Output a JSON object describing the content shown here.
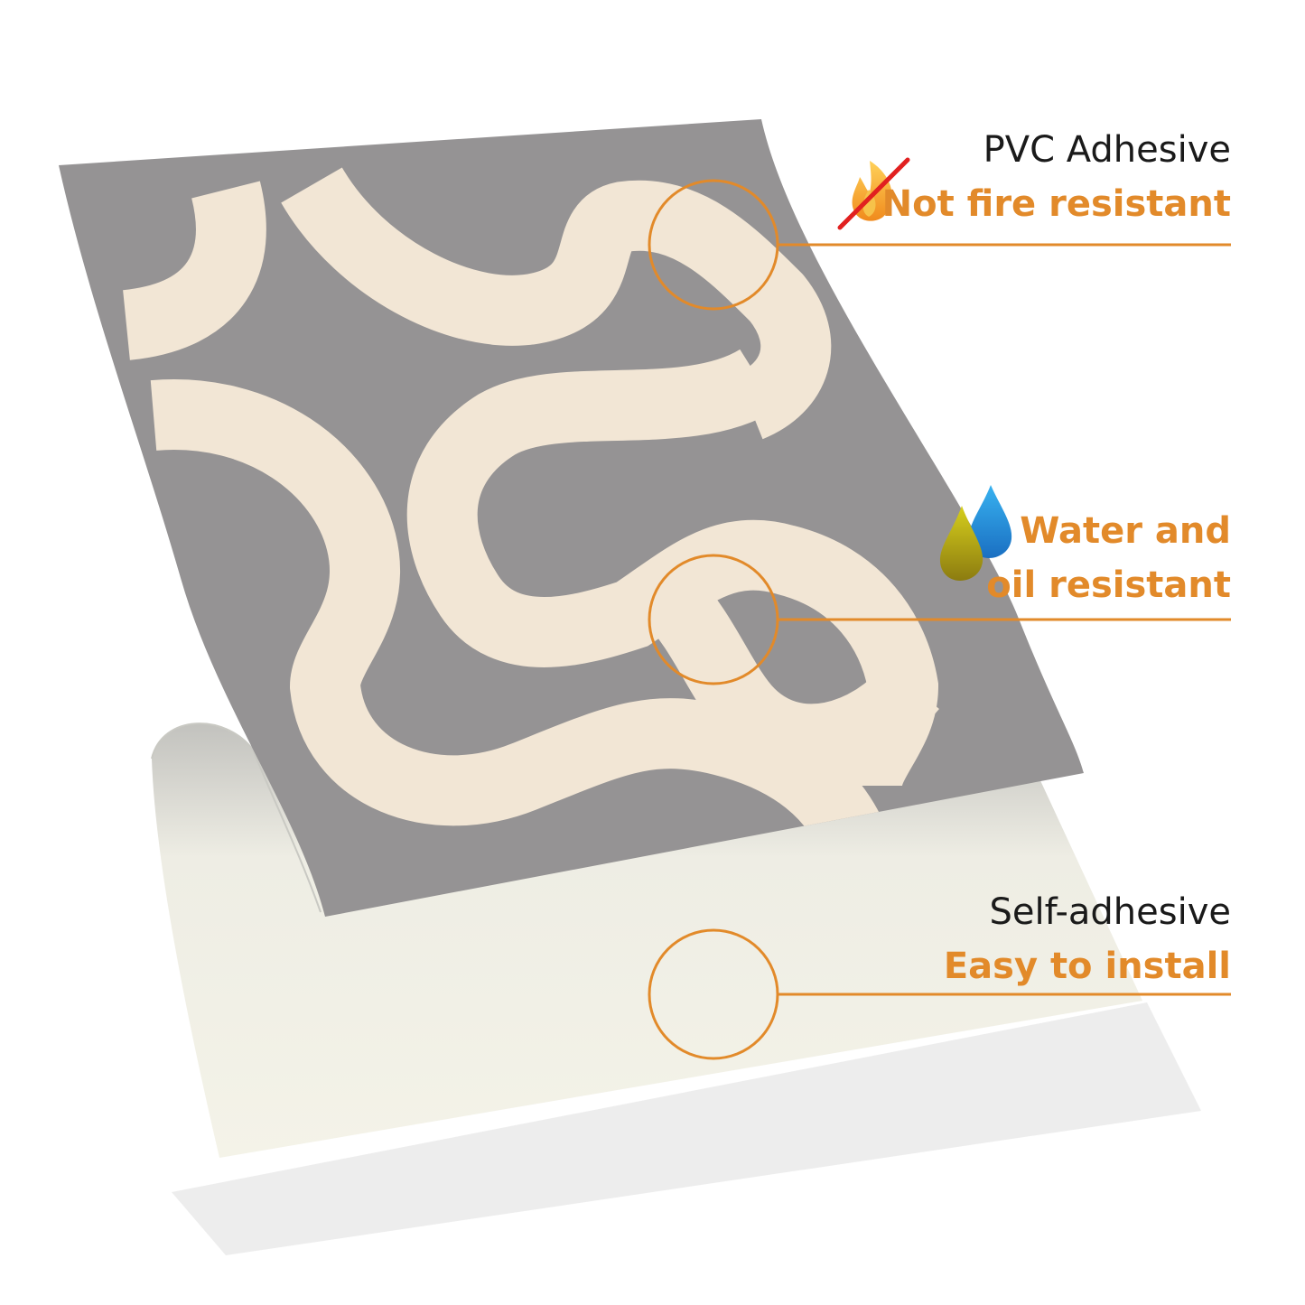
{
  "colors": {
    "accent": "#e28a2a",
    "sheet_gray": "#959394",
    "pattern_cream": "#f2e6d5",
    "backing": "#f4f3e8"
  },
  "features": {
    "pvc": {
      "title": "PVC Adhesive",
      "subtitle": "Not fire resistant",
      "icon": "flame-crossed-icon"
    },
    "water": {
      "line1": "Water and",
      "line2": "oil resistant",
      "icon": "water-oil-drops-icon"
    },
    "self": {
      "title": "Self-adhesive",
      "subtitle": "Easy to install"
    }
  }
}
